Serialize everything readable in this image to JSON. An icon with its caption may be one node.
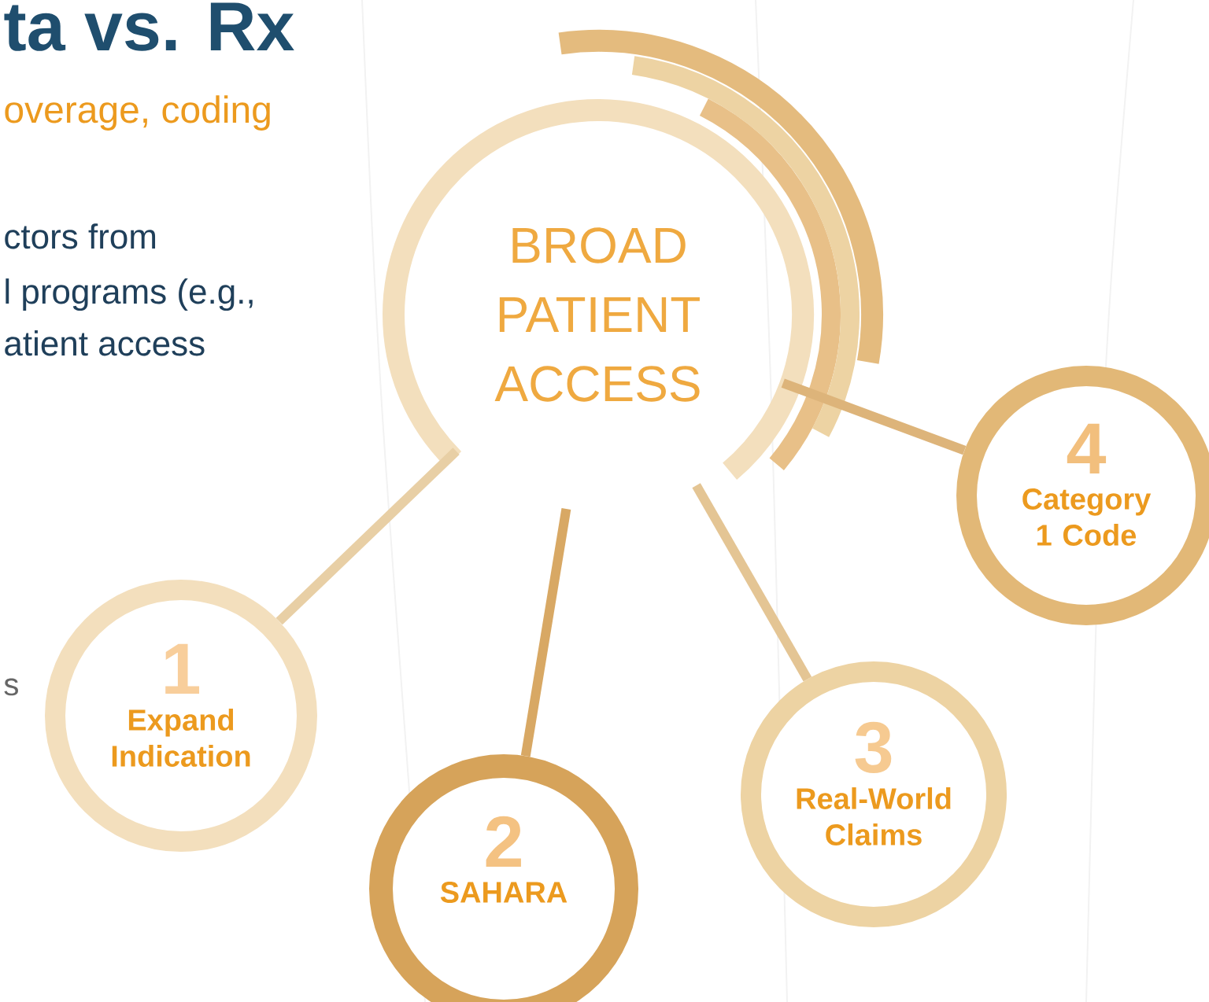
{
  "diagram": {
    "title": "ta vs. Rx",
    "nodes": [
      {
        "text": [
          "BROAD PATIENT ACCESS"
        ]
      },
      {
        "text": [
          "1",
          "Expand Indication"
        ]
      },
      {
        "text": [
          "2",
          "SAHARA"
        ]
      },
      {
        "text": [
          "3",
          "Real-World Claims"
        ]
      },
      {
        "text": [
          "4",
          "Category 1 Code"
        ]
      }
    ],
    "edges": [
      {
        "from": 0,
        "to": 1,
        "arrow": "none"
      },
      {
        "from": 0,
        "to": 2,
        "arrow": "none"
      },
      {
        "from": 0,
        "to": 3,
        "arrow": "none"
      },
      {
        "from": 0,
        "to": 4,
        "arrow": "none"
      }
    ],
    "labels": [
      "overage, coding",
      "ctors from",
      "l programs (e.g.,",
      "atient access",
      "s"
    ]
  }
}
